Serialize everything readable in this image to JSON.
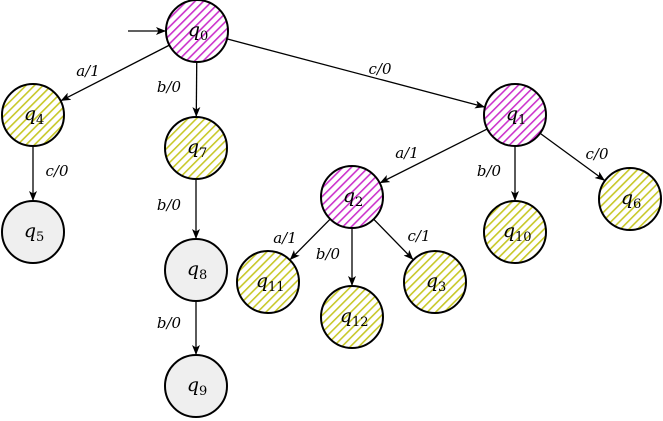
{
  "colors": {
    "purple_hatch": "#cc33cc",
    "yellow_hatch": "#c8c828",
    "gray_fill": "#efefef",
    "stroke": "#000000"
  },
  "diagram": {
    "states": [
      {
        "id": "q0",
        "name": "q",
        "sub": "0",
        "style": "purple",
        "initial": true
      },
      {
        "id": "q4",
        "name": "q",
        "sub": "4",
        "style": "yellow"
      },
      {
        "id": "q7",
        "name": "q",
        "sub": "7",
        "style": "yellow"
      },
      {
        "id": "q1",
        "name": "q",
        "sub": "1",
        "style": "purple"
      },
      {
        "id": "q5",
        "name": "q",
        "sub": "5",
        "style": "gray"
      },
      {
        "id": "q8",
        "name": "q",
        "sub": "8",
        "style": "gray"
      },
      {
        "id": "q9",
        "name": "q",
        "sub": "9",
        "style": "gray"
      },
      {
        "id": "q2",
        "name": "q",
        "sub": "2",
        "style": "purple"
      },
      {
        "id": "q10",
        "name": "q",
        "sub": "10",
        "style": "yellow"
      },
      {
        "id": "q6",
        "name": "q",
        "sub": "6",
        "style": "yellow"
      },
      {
        "id": "q11",
        "name": "q",
        "sub": "11",
        "style": "yellow"
      },
      {
        "id": "q12",
        "name": "q",
        "sub": "12",
        "style": "yellow"
      },
      {
        "id": "q3",
        "name": "q",
        "sub": "3",
        "style": "yellow"
      }
    ],
    "transitions": [
      {
        "from": "q0",
        "to": "q4",
        "label": "a/1"
      },
      {
        "from": "q0",
        "to": "q7",
        "label": "b/0"
      },
      {
        "from": "q0",
        "to": "q1",
        "label": "c/0"
      },
      {
        "from": "q4",
        "to": "q5",
        "label": "c/0"
      },
      {
        "from": "q7",
        "to": "q8",
        "label": "b/0"
      },
      {
        "from": "q8",
        "to": "q9",
        "label": "b/0"
      },
      {
        "from": "q1",
        "to": "q2",
        "label": "a/1"
      },
      {
        "from": "q1",
        "to": "q10",
        "label": "b/0"
      },
      {
        "from": "q1",
        "to": "q6",
        "label": "c/0"
      },
      {
        "from": "q2",
        "to": "q11",
        "label": "a/1"
      },
      {
        "from": "q2",
        "to": "q12",
        "label": "b/0"
      },
      {
        "from": "q2",
        "to": "q3",
        "label": "c/1"
      }
    ]
  }
}
